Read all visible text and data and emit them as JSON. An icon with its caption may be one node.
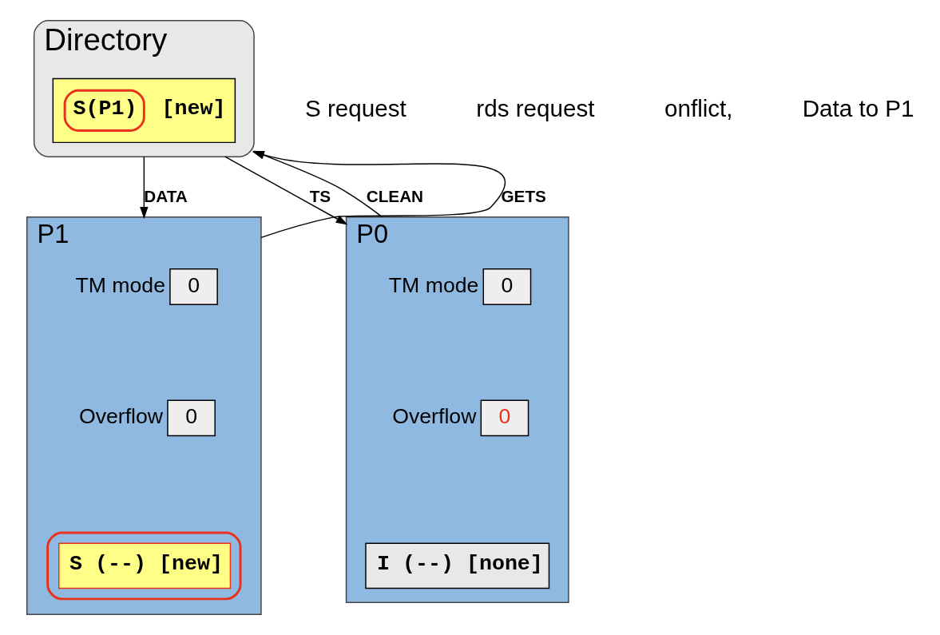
{
  "diagram": {
    "nodes": [
      {
        "text": [
          "Directory"
        ]
      },
      {
        "text": [
          "S(P1)",
          "[new]"
        ],
        "in": 0
      },
      {
        "text": [
          "P0"
        ]
      },
      {
        "text": [
          "0"
        ],
        "in": 2,
        "beside": [
          "TM mode"
        ]
      },
      {
        "text": [
          "0"
        ],
        "in": 2,
        "beside": [
          "Overflow"
        ]
      },
      {
        "text": [
          "I (--) [none]"
        ],
        "in": 2
      },
      {
        "text": [
          "P1"
        ]
      },
      {
        "text": [
          "0"
        ],
        "in": 6,
        "beside": [
          "TM mode"
        ]
      },
      {
        "text": [
          "0"
        ],
        "in": 6,
        "beside": [
          "Overflow"
        ]
      },
      {
        "text": [
          "S (--) [new]"
        ],
        "in": 6
      }
    ],
    "edges": [
      {
        "from": 0,
        "to": 2,
        "arrow": "to",
        "label": "TS"
      },
      {
        "from": 2,
        "to": 0,
        "arrow": "to",
        "label": "CLEAN"
      },
      {
        "from": 0,
        "to": 6,
        "arrow": "to",
        "label": "DATA"
      },
      {
        "from": 6,
        "to": 0,
        "arrow": "to",
        "label": "GETS"
      }
    ],
    "labels": [
      "S request",
      "rds request",
      "onflict,",
      "Data to P1"
    ]
  }
}
